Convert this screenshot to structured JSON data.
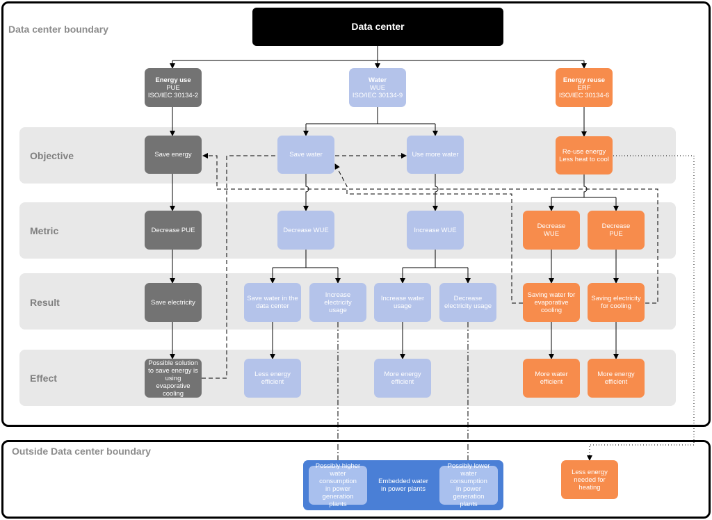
{
  "boundaries": {
    "inside_label": "Data center boundary",
    "outside_label": "Outside Data center boundary"
  },
  "root": {
    "label": "Data center"
  },
  "rows": {
    "objective": "Objective",
    "metric": "Metric",
    "result": "Result",
    "effect": "Effect"
  },
  "columns": {
    "energy_use": {
      "title": "Energy use",
      "metric": "PUE",
      "standard": "ISO/IEC 30134-2"
    },
    "water": {
      "title": "Water",
      "metric": "WUE",
      "standard": "ISO/IEC 30134-9"
    },
    "energy_reuse": {
      "title": "Energy reuse",
      "metric": "ERF",
      "standard": "ISO/IEC 30134-6"
    }
  },
  "boxes": {
    "save_energy": "Save energy",
    "save_water": "Save water",
    "use_more_water": "Use more water",
    "reuse_energy_1": "Re-use energy",
    "reuse_energy_2": "Less heat to cool",
    "decrease_pue": "Decrease PUE",
    "decrease_wue": "Decrease WUE",
    "increase_wue": "Increase WUE",
    "reuse_decrease_wue_1": "Decrease",
    "reuse_decrease_wue_2": "WUE",
    "reuse_decrease_pue_1": "Decrease",
    "reuse_decrease_pue_2": "PUE",
    "save_electricity": "Save electricity",
    "save_water_dc_1": "Save water in the",
    "save_water_dc_2": "data center",
    "increase_elec_usage_1": "Increase electricity",
    "increase_elec_usage_2": "usage",
    "increase_water_usage_1": "Increase water",
    "increase_water_usage_2": "usage",
    "decrease_elec_usage_1": "Decrease",
    "decrease_elec_usage_2": "electricity usage",
    "saving_water_evap_1": "Saving water for",
    "saving_water_evap_2": "evaporative cooling",
    "saving_elec_cooling_1": "Saving electricity",
    "saving_elec_cooling_2": "for cooling",
    "possible_solution_1": "Possible solution",
    "possible_solution_2": "to save energy is",
    "possible_solution_3": "using evaporative",
    "possible_solution_4": "cooling",
    "less_energy_eff_1": "Less energy",
    "less_energy_eff_2": "efficient",
    "more_energy_eff_1": "More energy",
    "more_energy_eff_2": "efficient",
    "more_water_eff": "More water efficient",
    "reuse_more_energy_eff_1": "More energy",
    "reuse_more_energy_eff_2": "efficient"
  },
  "outside": {
    "embedded_1": "Embedded water",
    "embedded_2": "in power plants",
    "higher_1": "Possibly higher",
    "higher_2": "water consumption",
    "higher_3": "in power generation",
    "higher_4": "plants",
    "lower_1": "Possibly lower",
    "lower_2": "water consumption",
    "lower_3": "in power generation",
    "lower_4": "plants",
    "heating_1": "Less energy",
    "heating_2": "needed for heating"
  },
  "colors": {
    "energy_use": "#737373",
    "water": "#b4c3ea",
    "energy_reuse": "#f78c4c",
    "embedded": "#4a7fd6",
    "band": "#e8e8e8"
  }
}
